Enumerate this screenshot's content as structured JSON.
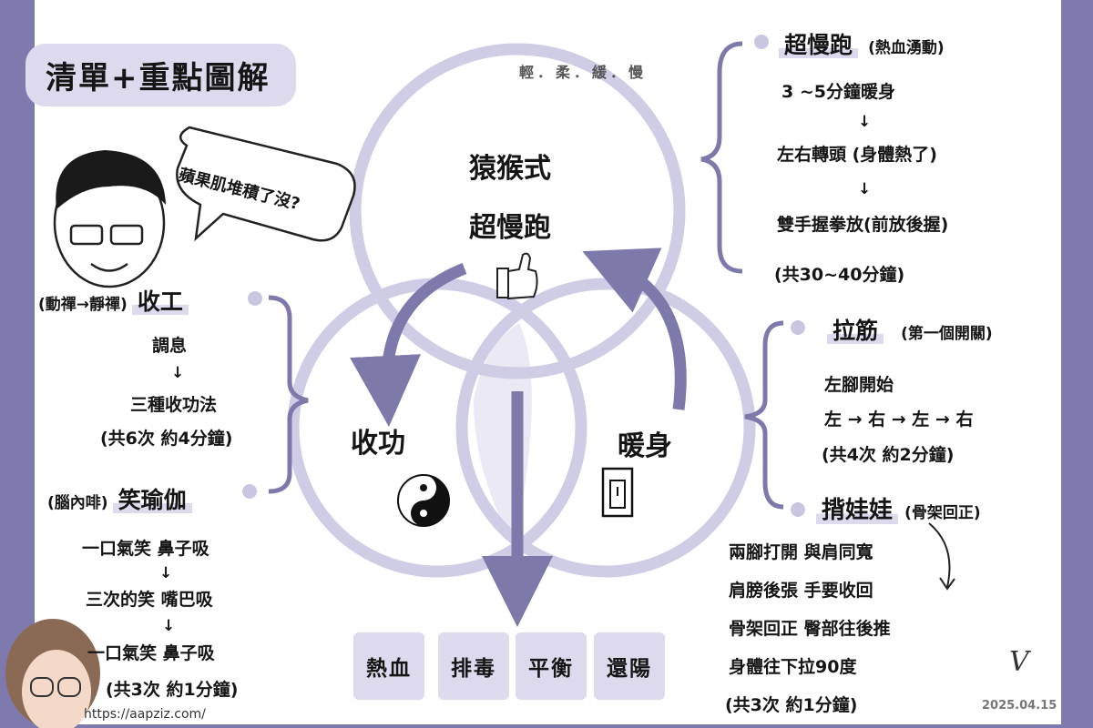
{
  "title": "清單+重點圖解",
  "keywords": "輕．柔．緩．慢",
  "speech_bubble": "蘋果肌堆積了沒?",
  "center": {
    "line1": "猿猴式",
    "line2": "超慢跑",
    "left_label": "收功",
    "right_label": "暖身"
  },
  "benefits": [
    "熱血",
    "排毒",
    "平衡",
    "還陽"
  ],
  "right_top": {
    "heading": "超慢跑",
    "subtitle": "(熱血湧動)",
    "steps": [
      "3 ~5分鐘暖身",
      "↓",
      "左右轉頭 (身體熱了)",
      "↓",
      "雙手握拳放(前放後握)"
    ],
    "total": "(共30~40分鐘)"
  },
  "right_mid": {
    "heading": "拉筋",
    "subtitle": "(第一個開關)",
    "steps": [
      "左腳開始",
      "左 → 右 → 左 → 右"
    ],
    "total": "(共4次  約2分鐘)"
  },
  "right_bottom": {
    "heading": "揹娃娃",
    "subtitle": "(骨架回正)",
    "steps": [
      "兩腳打開 與肩同寬",
      "肩膀後張 手要收回",
      "骨架回正  臀部往後推",
      "身體往下拉90度"
    ],
    "total": "(共3次   約1分鐘)"
  },
  "left_top": {
    "prefix": "(動禪→靜禪)",
    "heading": "收工",
    "steps": [
      "調息",
      "↓",
      "三種收功法"
    ],
    "total": "(共6次  約4分鐘)"
  },
  "left_bottom": {
    "prefix": "(腦內啡)",
    "heading": "笑瑜伽",
    "steps": [
      "一口氣笑 鼻子吸",
      "↓",
      "三次的笑 嘴巴吸",
      "↓",
      "一口氣笑 鼻子吸"
    ],
    "total": "(共3次  約1分鐘)"
  },
  "url": "https://aapziz.com/",
  "date": "2025.04.15",
  "signature": "V",
  "colors": {
    "frame": "#7f7aae",
    "lavender": "#c9c6e2",
    "highlight": "#dcdaec",
    "arrow": "#7d79ab"
  }
}
